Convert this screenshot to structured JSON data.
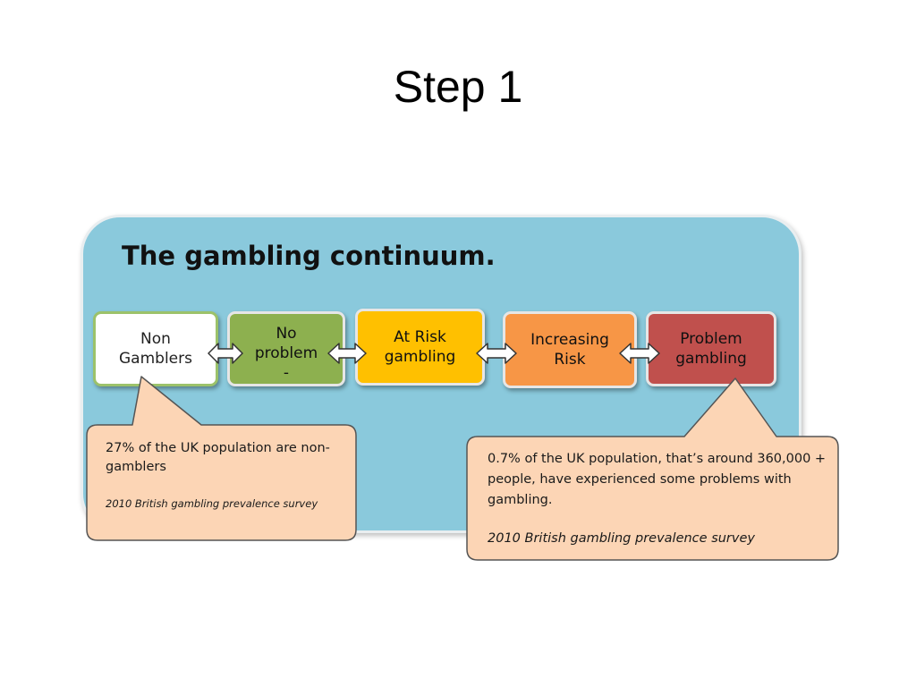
{
  "slide": {
    "title": "Step 1"
  },
  "diagram": {
    "title": "The gambling continuum.",
    "stages": [
      {
        "label": "Non\nGamblers",
        "color": "#ffffff"
      },
      {
        "label": "No\nproblem\n-",
        "color": "#8db04f"
      },
      {
        "label": "At Risk\ngambling",
        "color": "#ffc000"
      },
      {
        "label": "Increasing\nRisk",
        "color": "#f79646"
      },
      {
        "label": "Problem\ngambling",
        "color": "#c0504d"
      }
    ],
    "callouts": [
      {
        "text": "27% of the UK population are non-gamblers",
        "source": "2010 British gambling prevalence survey"
      },
      {
        "text": "0.7% of the UK population, that’s around 360,000 + people, have experienced some problems with gambling.",
        "source": "2010 British gambling prevalence survey"
      }
    ]
  },
  "colors": {
    "panel": "#8ac9dc",
    "callout_fill": "#fcd5b5",
    "callout_border": "#555555"
  }
}
